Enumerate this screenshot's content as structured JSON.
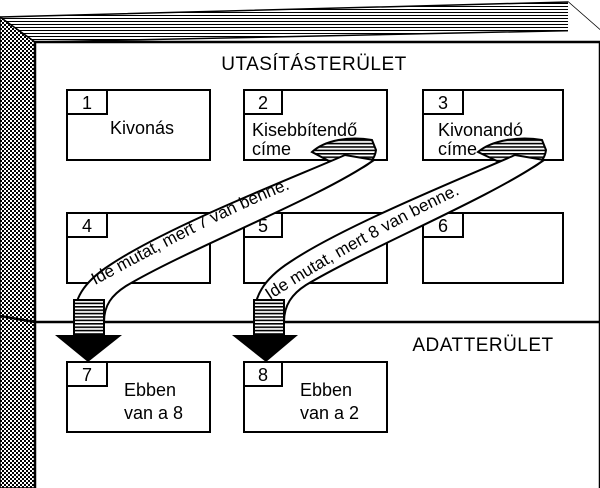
{
  "instruction_area": {
    "title": "UTASÍTÁSTERÜLET",
    "cells": [
      {
        "number": "1",
        "line1": "Kivonás",
        "line2": ""
      },
      {
        "number": "2",
        "line1": "Kisebbítendő",
        "line2": "címe"
      },
      {
        "number": "3",
        "line1": "Kivonandó",
        "line2": "címe"
      },
      {
        "number": "4",
        "line1": "",
        "line2": ""
      },
      {
        "number": "5",
        "line1": "",
        "line2": ""
      },
      {
        "number": "6",
        "line1": "",
        "line2": ""
      }
    ]
  },
  "data_area": {
    "title": "ADATTERÜLET",
    "cells": [
      {
        "number": "7",
        "line1": "Ebben",
        "line2": "van a 8"
      },
      {
        "number": "8",
        "line1": "Ebben",
        "line2": "van a 2"
      }
    ]
  },
  "pointers": [
    {
      "label": "Ide mutat, mert 7 van benne."
    },
    {
      "label": "Ide mutat, mert 8 van benne."
    }
  ]
}
